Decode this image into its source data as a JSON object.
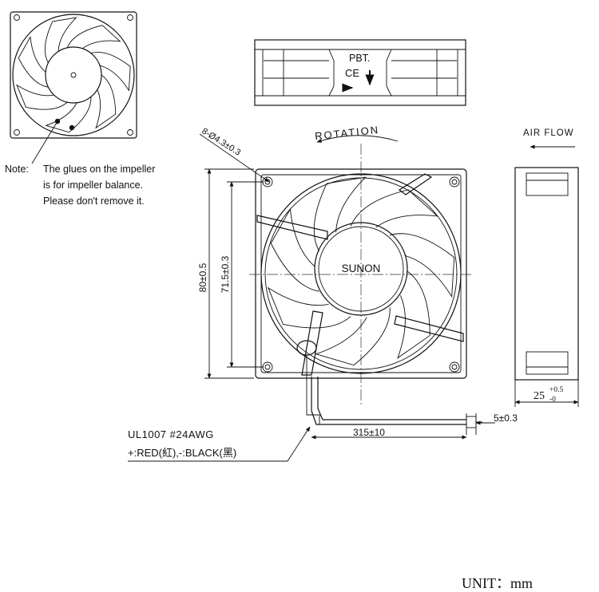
{
  "note": {
    "label": "Note:",
    "line1": "The glues on the impeller",
    "line2": "is for impeller balance.",
    "line3": "Please don't remove it."
  },
  "side_view": {
    "marking": "PBT.",
    "ce_mark": "CE"
  },
  "front_view": {
    "brand": "SUNON",
    "rotation_label": "ROTATION",
    "hole_callout": "8-Ø4.3±0.3",
    "dim_overall": "80±0.5",
    "dim_hole_pitch": "71.5±0.3"
  },
  "airflow_view": {
    "label": "AIR FLOW",
    "dim_depth_base": "25",
    "dim_depth_plus": "+0.5",
    "dim_depth_minus": "-0"
  },
  "wire": {
    "spec": "UL1007  #24AWG",
    "colors": "+:RED(紅),-:BLACK(黑)",
    "length": "315±10",
    "strip": "5±0.3"
  },
  "unit": "UNIT：mm"
}
